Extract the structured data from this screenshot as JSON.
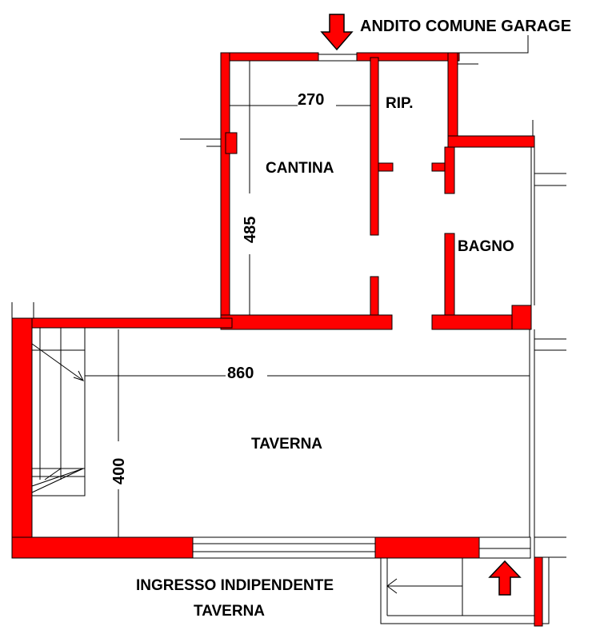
{
  "colors": {
    "wall": "#ff0000",
    "line": "#000000",
    "background": "#ffffff"
  },
  "labels": {
    "andito": "ANDITO COMUNE GARAGE",
    "cantina": "CANTINA",
    "rip": "RIP.",
    "bagno": "BAGNO",
    "taverna": "TAVERNA",
    "ingresso_line1": "INGRESSO INDIPENDENTE",
    "ingresso_line2": "TAVERNA"
  },
  "dimensions": {
    "cantina_width": "270",
    "cantina_depth": "485",
    "taverna_width": "860",
    "taverna_depth": "400"
  },
  "icons": {
    "top_arrow": "arrow-down-icon",
    "bottom_arrow": "arrow-up-icon"
  }
}
